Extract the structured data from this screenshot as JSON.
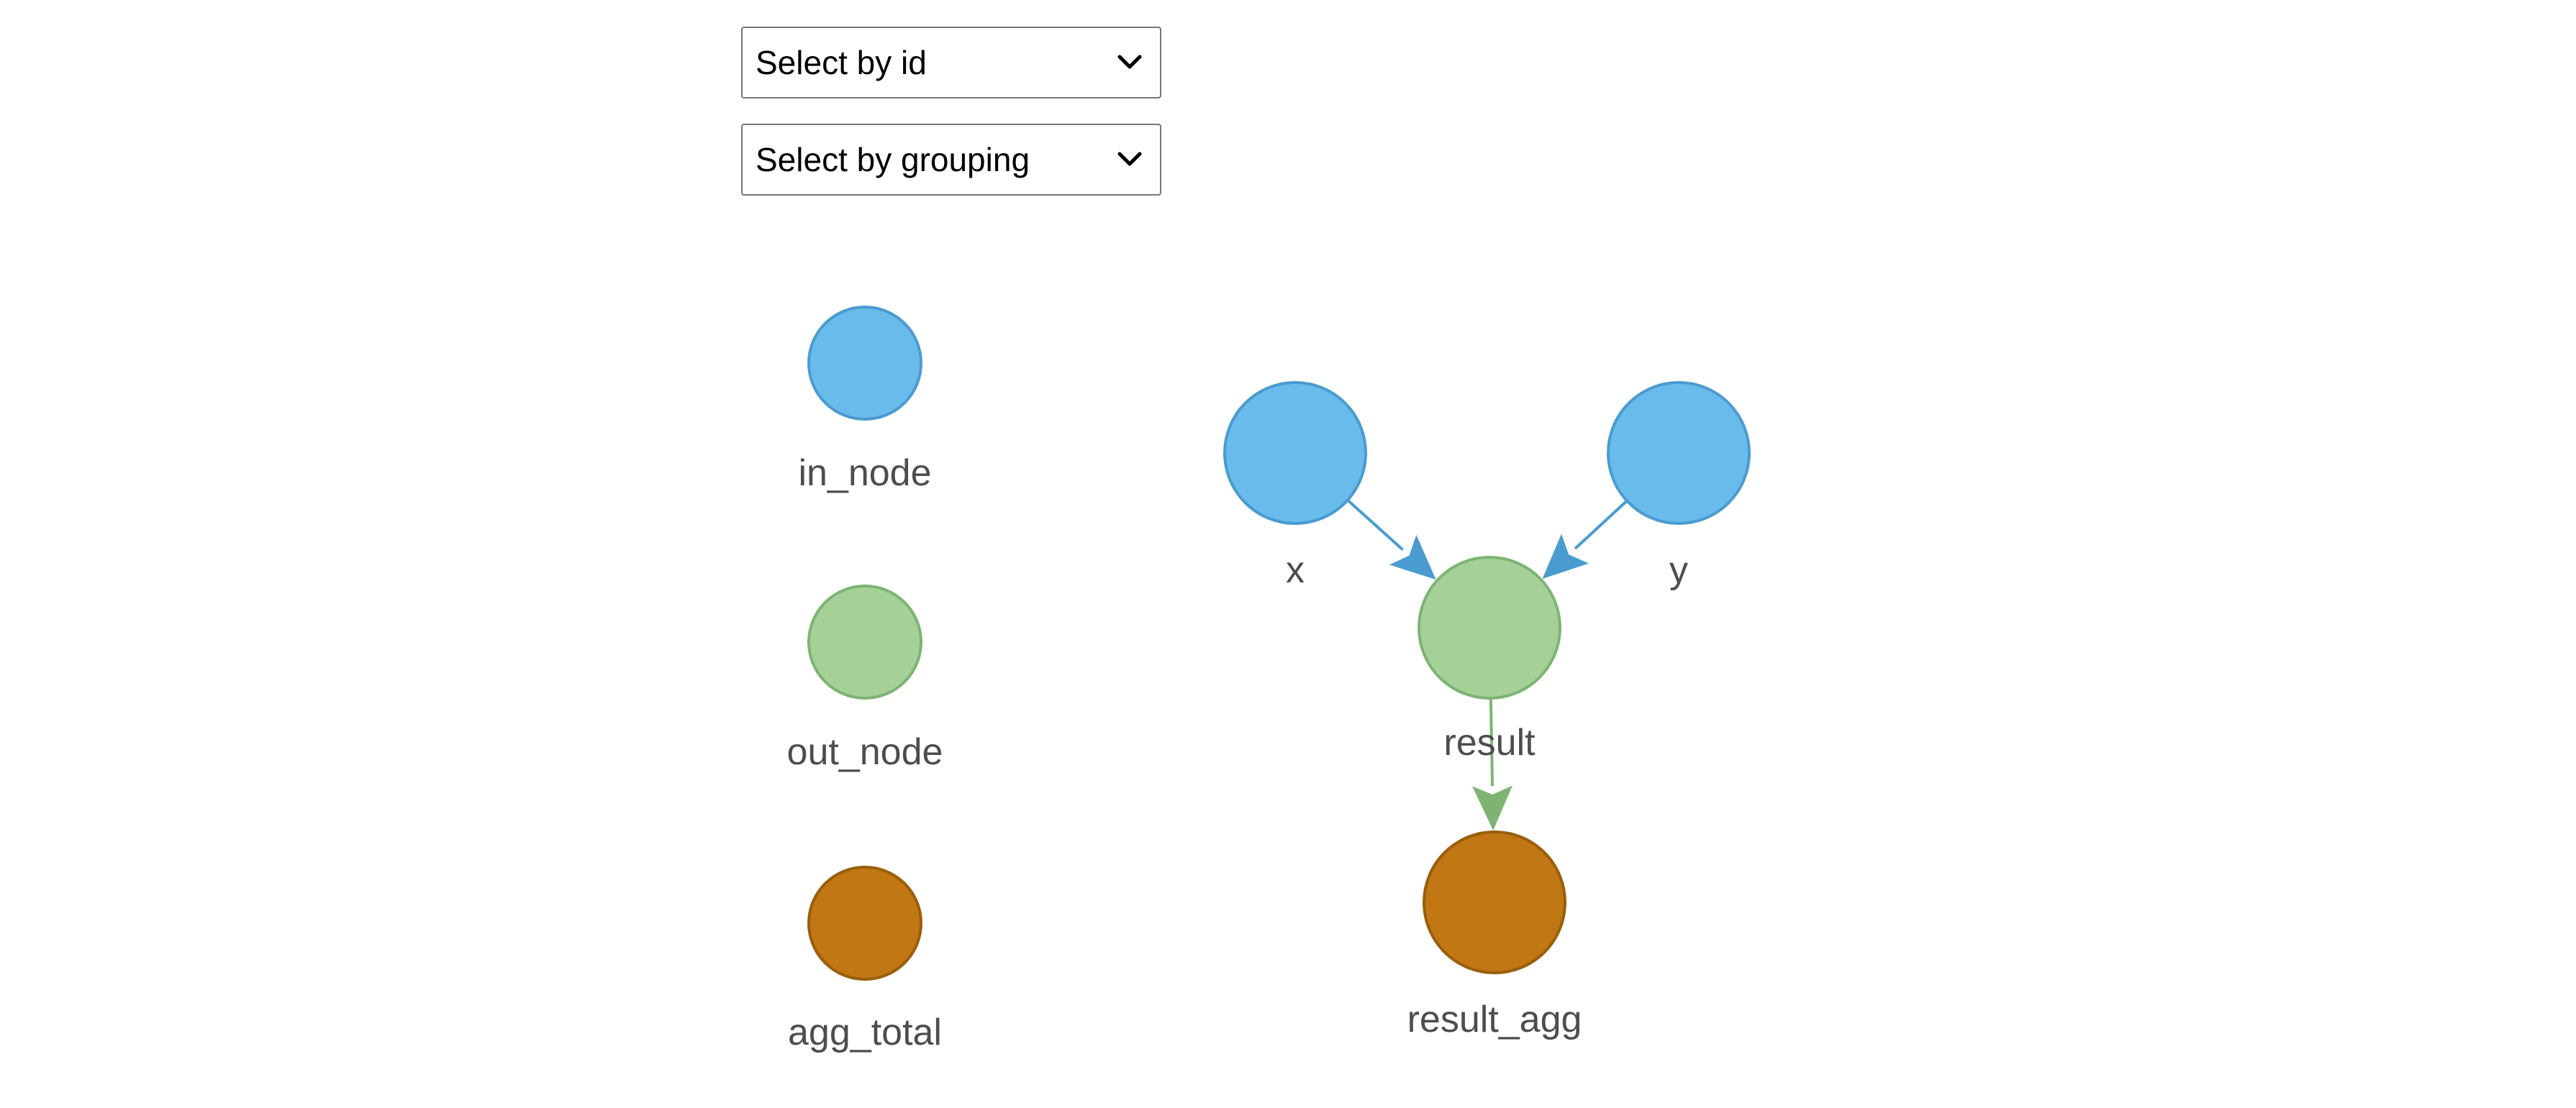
{
  "controls": {
    "select_id": {
      "selected": "Select by id"
    },
    "select_group": {
      "selected": "Select by grouping"
    }
  },
  "colors": {
    "in_node_fill": "#69BBEB",
    "in_node_stroke": "#4A9BD0",
    "out_node_fill": "#A5D199",
    "out_node_stroke": "#7DB473",
    "agg_fill": "#C07714",
    "agg_stroke": "#9A5E0C",
    "edge_blue": "#4A9BD0",
    "edge_green": "#7DB473",
    "label": "#4d4d4d"
  },
  "legend": [
    {
      "id": "in_node",
      "label": "in_node",
      "group": "in"
    },
    {
      "id": "out_node",
      "label": "out_node",
      "group": "out"
    },
    {
      "id": "agg_total",
      "label": "agg_total",
      "group": "agg"
    }
  ],
  "graph": {
    "nodes": [
      {
        "id": "x",
        "label": "x",
        "group": "in"
      },
      {
        "id": "y",
        "label": "y",
        "group": "in"
      },
      {
        "id": "result",
        "label": "result",
        "group": "out"
      },
      {
        "id": "result_agg",
        "label": "result_agg",
        "group": "agg"
      }
    ],
    "edges": [
      {
        "from": "x",
        "to": "result"
      },
      {
        "from": "y",
        "to": "result"
      },
      {
        "from": "result",
        "to": "result_agg"
      }
    ]
  }
}
